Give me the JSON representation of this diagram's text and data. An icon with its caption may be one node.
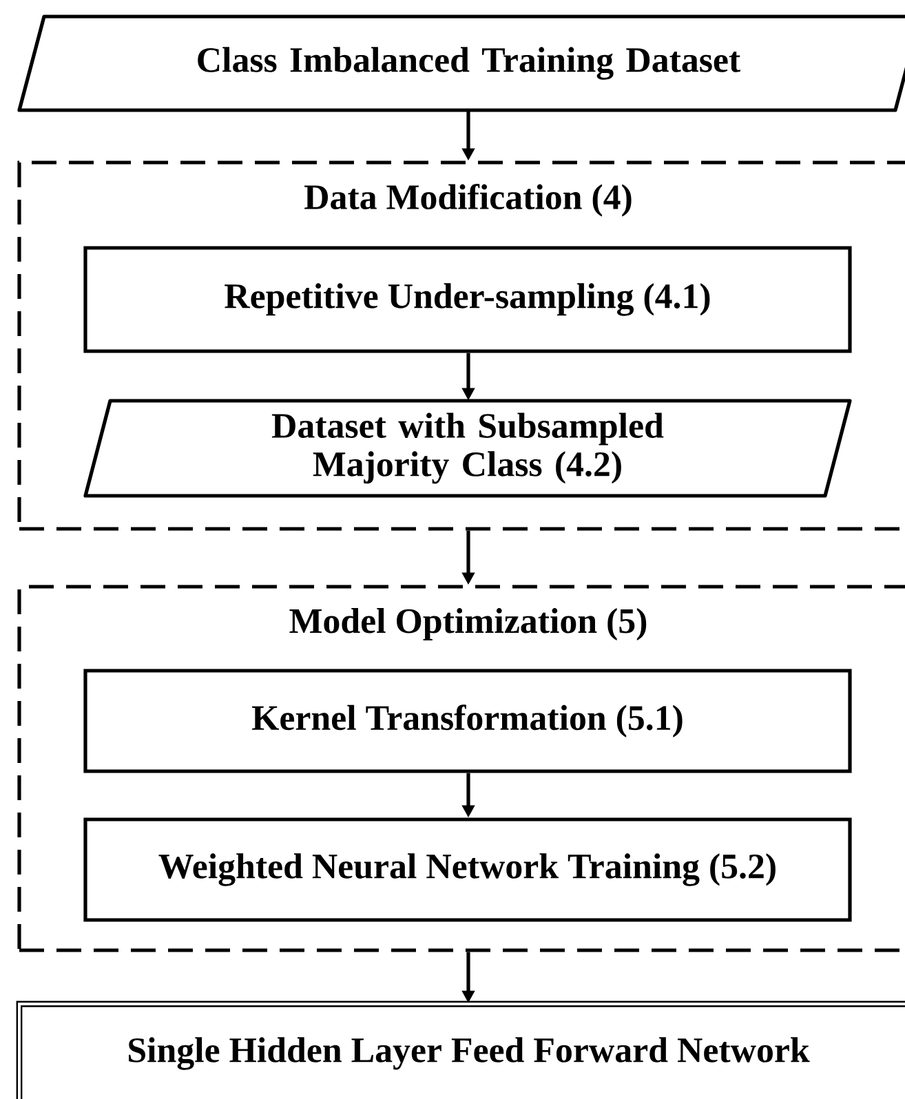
{
  "diagram": {
    "nodes": [
      {
        "text": [
          "Class Imbalanced Training Dataset"
        ]
      },
      {
        "text": [
          "Data Modification (4)"
        ]
      },
      {
        "text": [
          "Repetitive Under-sampling (4.1)"
        ],
        "in": 1
      },
      {
        "text": [
          "Dataset with Subsampled Majority Class (4.2)"
        ],
        "in": 1
      },
      {
        "text": [
          "Model Optimization (5)"
        ]
      },
      {
        "text": [
          "Kernel Transformation (5.1)"
        ],
        "in": 4
      },
      {
        "text": [
          "Weighted Neural Network Training (5.2)"
        ],
        "in": 4
      },
      {
        "text": [
          "Single Hidden Layer Feed Forward Network"
        ]
      }
    ],
    "edges": [
      {
        "from": 0,
        "to": 1,
        "arrow": "to"
      },
      {
        "from": 2,
        "to": 3,
        "arrow": "to"
      },
      {
        "from": 1,
        "to": 4,
        "arrow": "to"
      },
      {
        "from": 5,
        "to": 6,
        "arrow": "to"
      },
      {
        "from": 4,
        "to": 7,
        "arrow": "to"
      }
    ]
  }
}
